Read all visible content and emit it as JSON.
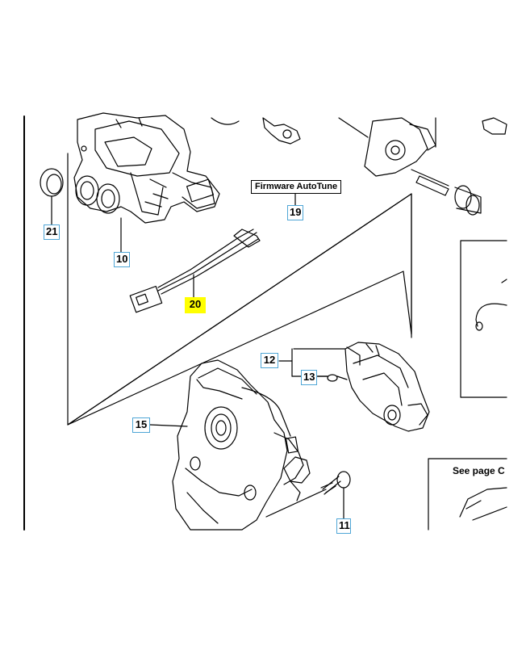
{
  "callouts": {
    "c21": "21",
    "c10": "10",
    "c19": "19",
    "c20": "20",
    "c12": "12",
    "c13": "13",
    "c15": "15",
    "c11": "11"
  },
  "firmware_label": "Firmware AutoTune",
  "see_page_label": "See page C",
  "highlighted_part": "20",
  "colors": {
    "callout_border": "#4fa6d6",
    "highlight": "#ffff00",
    "line": "#000000"
  }
}
